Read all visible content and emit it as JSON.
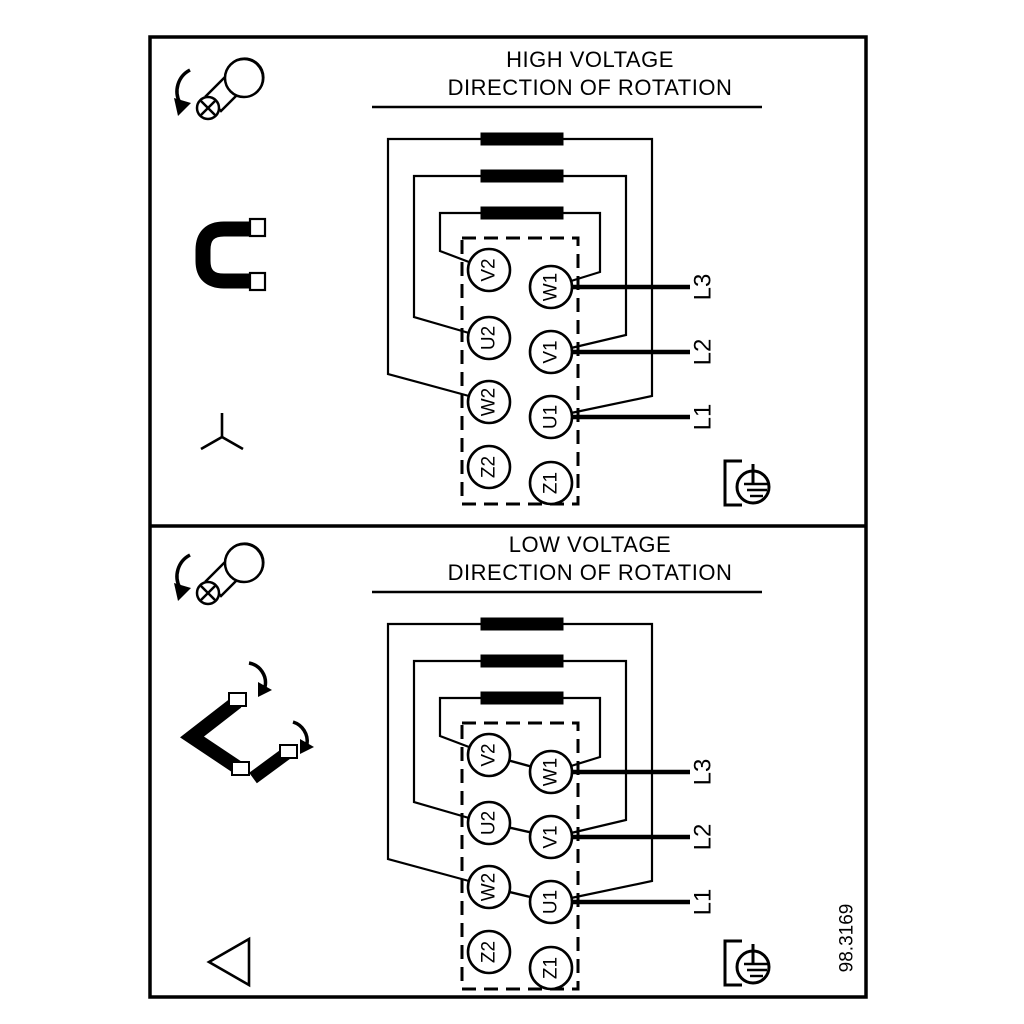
{
  "figure": {
    "ref_number": "98.3169",
    "background_color": "#ffffff",
    "line_color": "#000000"
  },
  "panels": [
    {
      "id": "high-voltage",
      "title_line1": "HIGH VOLTAGE",
      "title_line2": "DIRECTION OF ROTATION",
      "connection_symbol": "star",
      "terminals_left": [
        "V2",
        "U2",
        "W2",
        "Z2"
      ],
      "terminals_right": [
        "W1",
        "V1",
        "U1",
        "Z1"
      ],
      "supply_lines": [
        "L3",
        "L2",
        "L1"
      ],
      "icons": [
        "screw-rotation-icon",
        "jumper-bridge-icon",
        "star-symbol-icon",
        "ground-screw-icon"
      ]
    },
    {
      "id": "low-voltage",
      "title_line1": "LOW VOLTAGE",
      "title_line2": "DIRECTION OF ROTATION",
      "connection_symbol": "delta",
      "terminals_left": [
        "V2",
        "U2",
        "W2",
        "Z2"
      ],
      "terminals_right": [
        "W1",
        "V1",
        "U1",
        "Z1"
      ],
      "supply_lines": [
        "L3",
        "L2",
        "L1"
      ],
      "icons": [
        "screw-rotation-icon",
        "delta-jumper-icon",
        "delta-symbol-icon",
        "ground-screw-icon"
      ]
    }
  ]
}
